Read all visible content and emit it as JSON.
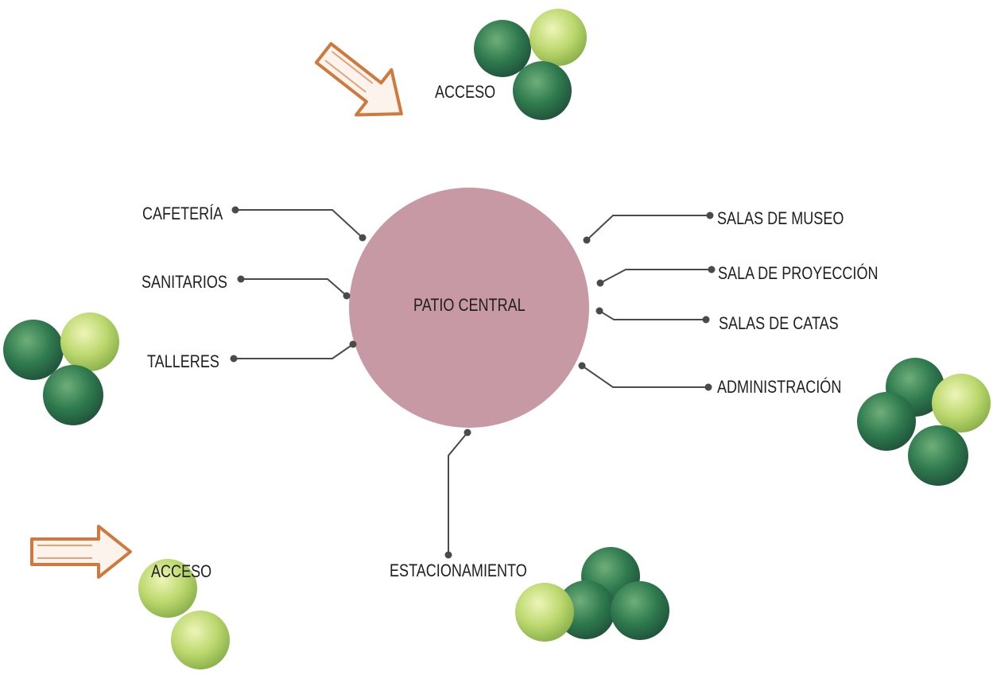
{
  "diagram": {
    "center": "PATIO CENTRAL",
    "nodes": {
      "acceso_top": "ACCESO",
      "cafeteria": "CAFETERÍA",
      "sanitarios": "SANITARIOS",
      "talleres": "TALLERES",
      "salas_museo": "SALAS DE MUSEO",
      "sala_proyeccion": "SALA DE PROYECCIÓN",
      "salas_catas": "SALAS DE CATAS",
      "administracion": "ADMINISTRACIÓN",
      "estacionamiento": "ESTACIONAMIENTO",
      "acceso_bottom": "ACCESO"
    }
  },
  "colors": {
    "circle": "#c799a4",
    "connector": "#4a4a4a",
    "arrow": "#cf7a3c",
    "tree_dark": "#2f6d4a",
    "tree_mid": "#3f8a5a",
    "tree_light": "#b6d46a"
  },
  "icons": [
    "arrow-icon",
    "tree-cluster-icon"
  ]
}
